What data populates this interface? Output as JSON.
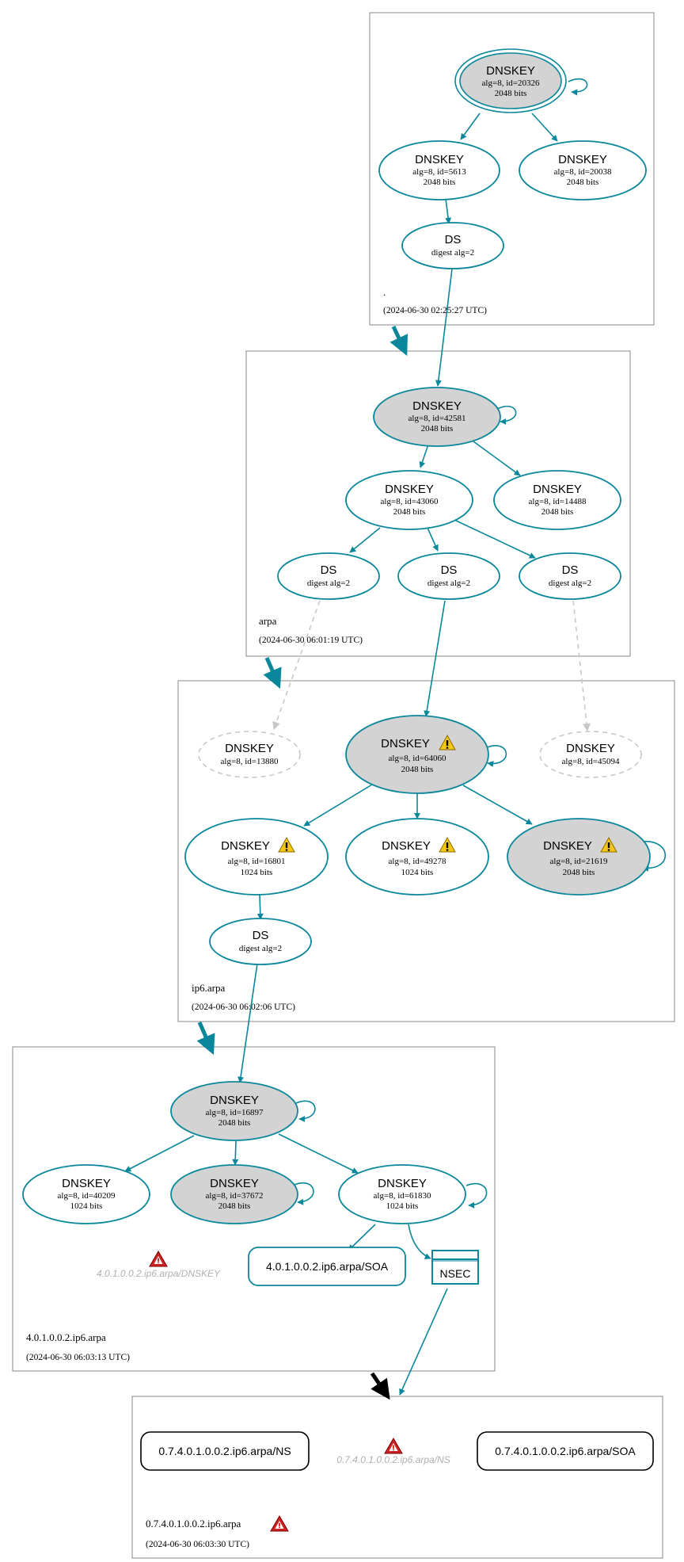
{
  "zones": {
    "root": {
      "name": ".",
      "time": "(2024-06-30 02:25:27 UTC)"
    },
    "arpa": {
      "name": "arpa",
      "time": "(2024-06-30 06:01:19 UTC)"
    },
    "ip6arpa": {
      "name": "ip6.arpa",
      "time": "(2024-06-30 06:02:06 UTC)"
    },
    "z4": {
      "name": "4.0.1.0.0.2.ip6.arpa",
      "time": "(2024-06-30 06:03:13 UTC)"
    },
    "z0": {
      "name": "0.7.4.0.1.0.0.2.ip6.arpa",
      "time": "(2024-06-30 06:03:30 UTC)"
    }
  },
  "nodes": {
    "root_ksk": {
      "title": "DNSKEY",
      "l1": "alg=8, id=20326",
      "l2": "2048 bits"
    },
    "root_zsk1": {
      "title": "DNSKEY",
      "l1": "alg=8, id=5613",
      "l2": "2048 bits"
    },
    "root_zsk2": {
      "title": "DNSKEY",
      "l1": "alg=8, id=20038",
      "l2": "2048 bits"
    },
    "root_ds": {
      "title": "DS",
      "l1": "digest alg=2"
    },
    "arpa_ksk": {
      "title": "DNSKEY",
      "l1": "alg=8, id=42581",
      "l2": "2048 bits"
    },
    "arpa_zsk1": {
      "title": "DNSKEY",
      "l1": "alg=8, id=43060",
      "l2": "2048 bits"
    },
    "arpa_zsk2": {
      "title": "DNSKEY",
      "l1": "alg=8, id=14488",
      "l2": "2048 bits"
    },
    "arpa_ds1": {
      "title": "DS",
      "l1": "digest alg=2"
    },
    "arpa_ds2": {
      "title": "DS",
      "l1": "digest alg=2"
    },
    "arpa_ds3": {
      "title": "DS",
      "l1": "digest alg=2"
    },
    "ip6_missing1": {
      "title": "DNSKEY",
      "l1": "alg=8, id=13880"
    },
    "ip6_ksk": {
      "title": "DNSKEY",
      "l1": "alg=8, id=64060",
      "l2": "2048 bits"
    },
    "ip6_missing2": {
      "title": "DNSKEY",
      "l1": "alg=8, id=45094"
    },
    "ip6_k1": {
      "title": "DNSKEY",
      "l1": "alg=8, id=16801",
      "l2": "1024 bits"
    },
    "ip6_k2": {
      "title": "DNSKEY",
      "l1": "alg=8, id=49278",
      "l2": "1024 bits"
    },
    "ip6_k3": {
      "title": "DNSKEY",
      "l1": "alg=8, id=21619",
      "l2": "2048 bits"
    },
    "ip6_ds": {
      "title": "DS",
      "l1": "digest alg=2"
    },
    "z4_ksk": {
      "title": "DNSKEY",
      "l1": "alg=8, id=16897",
      "l2": "2048 bits"
    },
    "z4_k1": {
      "title": "DNSKEY",
      "l1": "alg=8, id=40209",
      "l2": "1024 bits"
    },
    "z4_k2": {
      "title": "DNSKEY",
      "l1": "alg=8, id=37672",
      "l2": "2048 bits"
    },
    "z4_k3": {
      "title": "DNSKEY",
      "l1": "alg=8, id=61830",
      "l2": "1024 bits"
    }
  },
  "records": {
    "z4_soa": "4.0.1.0.0.2.ip6.arpa/SOA",
    "z4_nsec": "NSEC",
    "z4_dnskey_err": "4.0.1.0.0.2.ip6.arpa/DNSKEY",
    "z0_ns": "0.7.4.0.1.0.0.2.ip6.arpa/NS",
    "z0_soa": "0.7.4.0.1.0.0.2.ip6.arpa/SOA",
    "z0_ns_err": "0.7.4.0.1.0.0.2.ip6.arpa/NS"
  },
  "colors": {
    "edge": "#0a879a",
    "ksk_fill": "#d3d3d3",
    "missing": "#c8c8c8",
    "warning": "#f5c518",
    "error": "#cc2222"
  },
  "icons": {
    "warning": "warning-triangle-icon",
    "error": "error-triangle-icon"
  }
}
